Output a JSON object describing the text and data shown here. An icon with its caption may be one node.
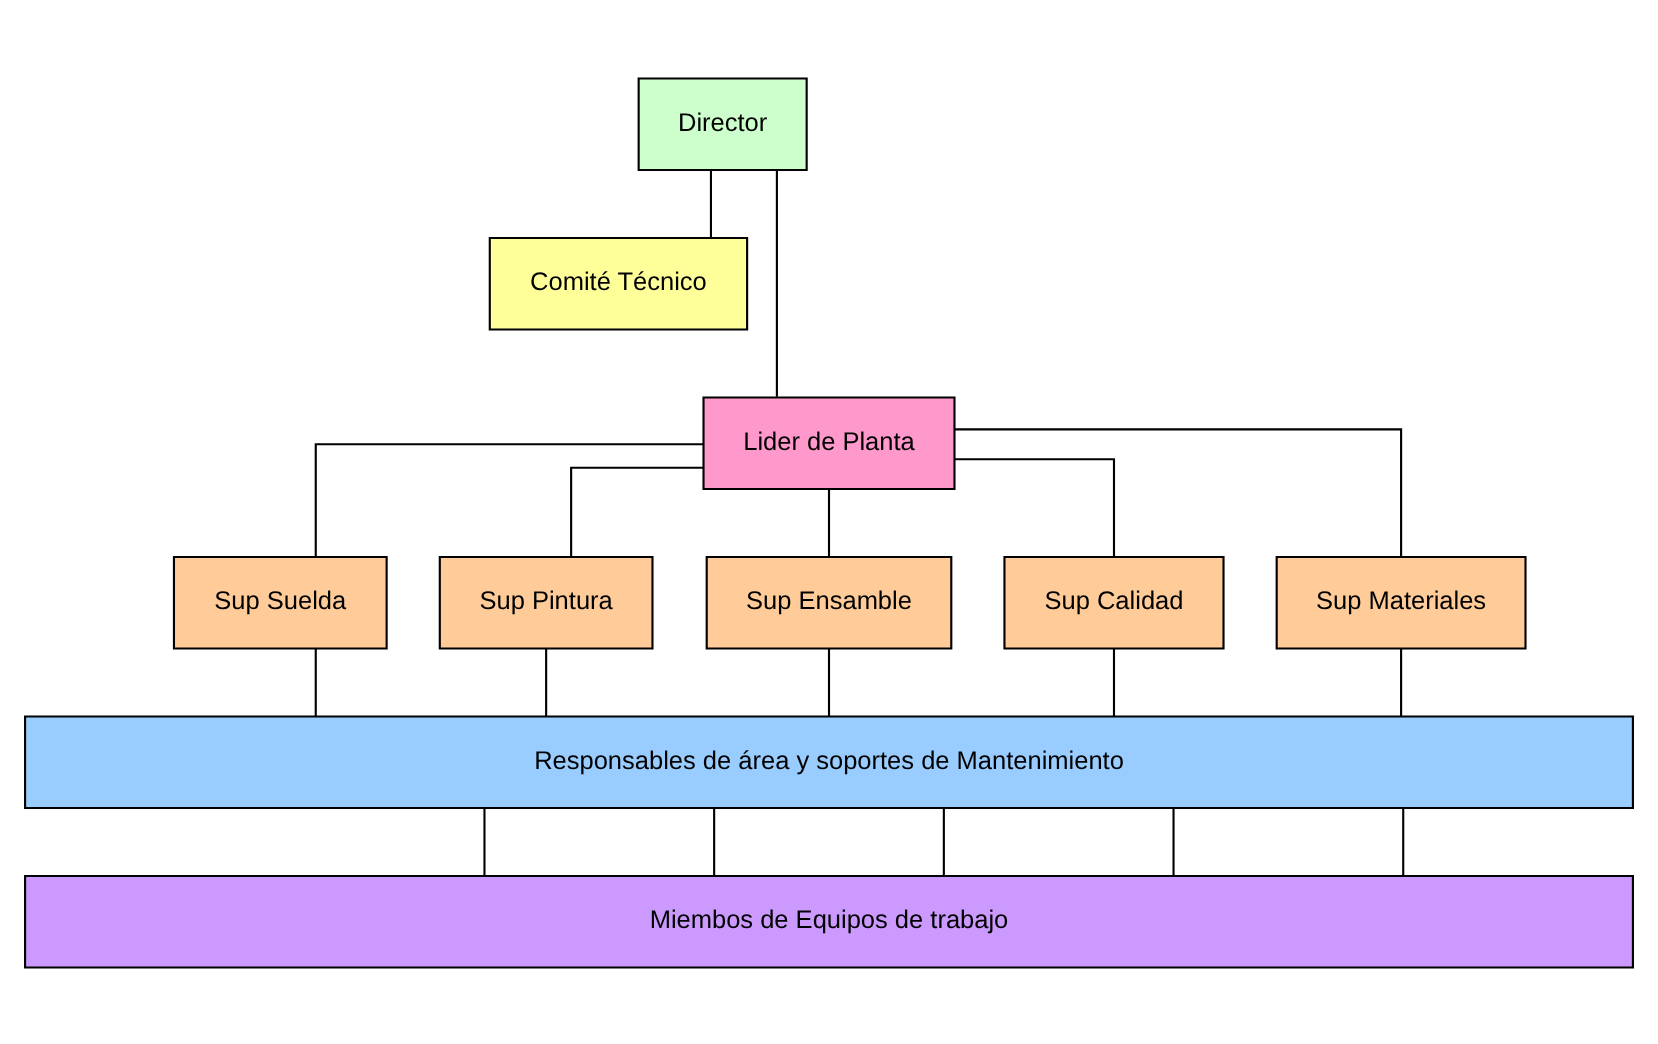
{
  "diagram": {
    "nodes": [
      {
        "text": [
          "Director"
        ]
      },
      {
        "text": [
          "Comité Técnico"
        ]
      },
      {
        "text": [
          "Lider de Planta"
        ]
      },
      {
        "text": [
          "Sup Suelda"
        ]
      },
      {
        "text": [
          "Sup Pintura"
        ]
      },
      {
        "text": [
          "Sup Ensamble"
        ]
      },
      {
        "text": [
          "Sup Calidad"
        ]
      },
      {
        "text": [
          "Sup Materiales"
        ]
      },
      {
        "text": [
          "Responsables de área y soportes de Mantenimiento"
        ]
      },
      {
        "text": [
          "Miembos de Equipos de trabajo"
        ]
      }
    ],
    "edges": [
      {
        "from": 0,
        "to": 2,
        "arrow": "none"
      },
      {
        "from": 0,
        "to": 1,
        "arrow": "none"
      },
      {
        "from": 2,
        "to": 3,
        "arrow": "none"
      },
      {
        "from": 2,
        "to": 4,
        "arrow": "none"
      },
      {
        "from": 2,
        "to": 5,
        "arrow": "none"
      },
      {
        "from": 2,
        "to": 6,
        "arrow": "none"
      },
      {
        "from": 2,
        "to": 7,
        "arrow": "none"
      },
      {
        "from": 3,
        "to": 8,
        "arrow": "none"
      },
      {
        "from": 4,
        "to": 8,
        "arrow": "none"
      },
      {
        "from": 5,
        "to": 8,
        "arrow": "none"
      },
      {
        "from": 6,
        "to": 8,
        "arrow": "none"
      },
      {
        "from": 7,
        "to": 8,
        "arrow": "none"
      },
      {
        "from": 8,
        "to": 9,
        "arrow": "none"
      },
      {
        "from": 8,
        "to": 9,
        "arrow": "none"
      },
      {
        "from": 8,
        "to": 9,
        "arrow": "none"
      },
      {
        "from": 8,
        "to": 9,
        "arrow": "none"
      },
      {
        "from": 8,
        "to": 9,
        "arrow": "none"
      }
    ]
  }
}
